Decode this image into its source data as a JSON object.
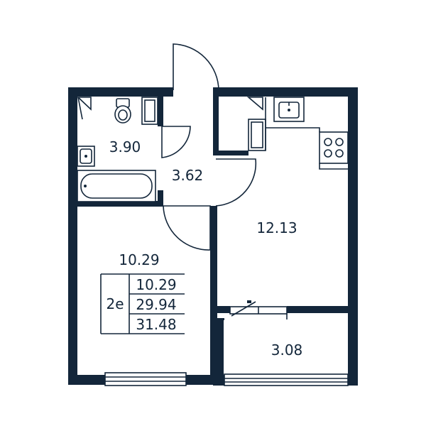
{
  "rooms": {
    "bathroom": "3.90",
    "hallway": "3.62",
    "kitchen": "12.13",
    "bedroom": "10.29",
    "balcony": "3.08"
  },
  "summary": {
    "type": "2e",
    "living": "10.29",
    "total": "29.94",
    "total_with_balcony": "31.48"
  },
  "colors": {
    "wall": "#13263a",
    "background": "#ffffff"
  }
}
